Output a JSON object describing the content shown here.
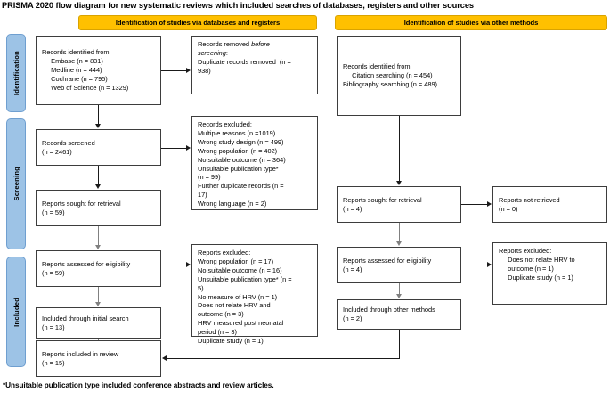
{
  "title": "PRISMA 2020 flow diagram for new systematic reviews which included searches of databases, registers and other sources",
  "footnote": "*Unsuitable publication type included conference abstracts and review articles.",
  "phase_headers": {
    "databases": "Identification of studies via databases and registers",
    "other": "Identification of studies via other methods"
  },
  "stages": {
    "identification": "Identification",
    "screening": "Screening",
    "included": "Included"
  },
  "nodes": {
    "records_identified": "Records identified from:\n     Embase (n = 831)\n     Medline (n = 444)\n     Cochrane (n = 795)\n     Web of Science (n = 1329)",
    "records_removed": "Records removed before\nscreening:\nDuplicate records removed  (n =\n938)",
    "records_screened": "Records screened\n(n = 2461)",
    "records_excluded": "Records excluded:\nMultiple reasons (n =1019)\nWrong study design (n = 499)\nWrong population (n = 402)\nNo suitable outcome (n = 364)\nUnsuitable publication type*\n(n = 99)\nFurther duplicate records (n =\n17)\nWrong language (n = 2)",
    "reports_sought_db": "Reports sought for retrieval\n(n = 59)",
    "reports_assessed_db": "Reports assessed for eligibility\n(n = 59)",
    "reports_excluded_db": "Reports excluded:\nWrong population (n = 17)\nNo suitable outcome (n = 16)\nUnsuitable publication type* (n =\n5)\nNo measure of HRV (n = 1)\nDoes not relate HRV and\noutcome (n = 3)\nHRV measured post neonatal\nperiod (n = 3)\nDuplicate study (n = 1)",
    "included_initial": "Included through initial search\n(n = 13)",
    "reports_included_review": "Reports included in review\n(n = 15)",
    "records_identified_other": "Records identified from:\n     Citation searching (n = 454)\nBibliography searching (n = 489)",
    "reports_sought_other": "Reports sought for retrieval\n(n = 4)",
    "reports_not_retrieved": "Reports not retrieved\n(n = 0)",
    "reports_assessed_other": "Reports assessed for eligibility\n(n = 4)",
    "reports_excluded_other": "Reports excluded:\n     Does not relate HRV to\n     outcome (n = 1)\n     Duplicate study (n = 1)",
    "included_other": "Included through other methods\n(n = 2)"
  },
  "colors": {
    "phase_bar": "#FFC000",
    "stage_tab": "#9DC3E6",
    "box_border": "#3d3d3d",
    "connector": "#808080"
  }
}
